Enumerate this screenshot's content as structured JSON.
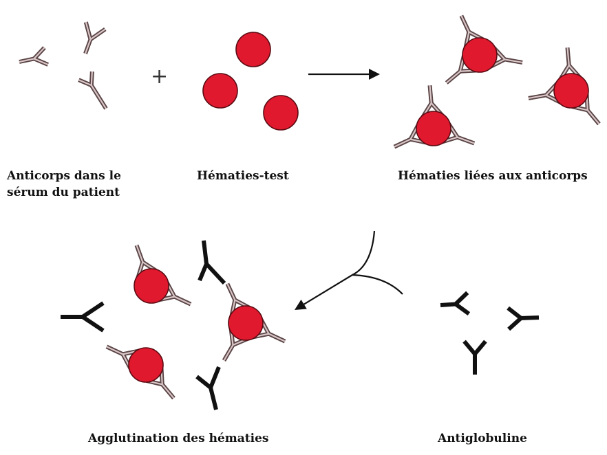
{
  "captions": {
    "serum_antibodies_line1": "Anticorps dans le",
    "serum_antibodies_line2": "sérum du patient",
    "test_red_cells": "Hématies-test",
    "bound_red_cells": "Hématies liées aux anticorps",
    "agglutination": "Agglutination des hématies",
    "antiglobulin": "Antiglobuline"
  },
  "symbols": {
    "plus": "+"
  },
  "colors": {
    "red_cell_fill": "#e0192e",
    "red_cell_stroke": "#5a0a12",
    "antibody_outline": "#5a4446",
    "antibody_fill": "#ffffff",
    "antiglobulin": "#111111",
    "arrow": "#111111"
  }
}
